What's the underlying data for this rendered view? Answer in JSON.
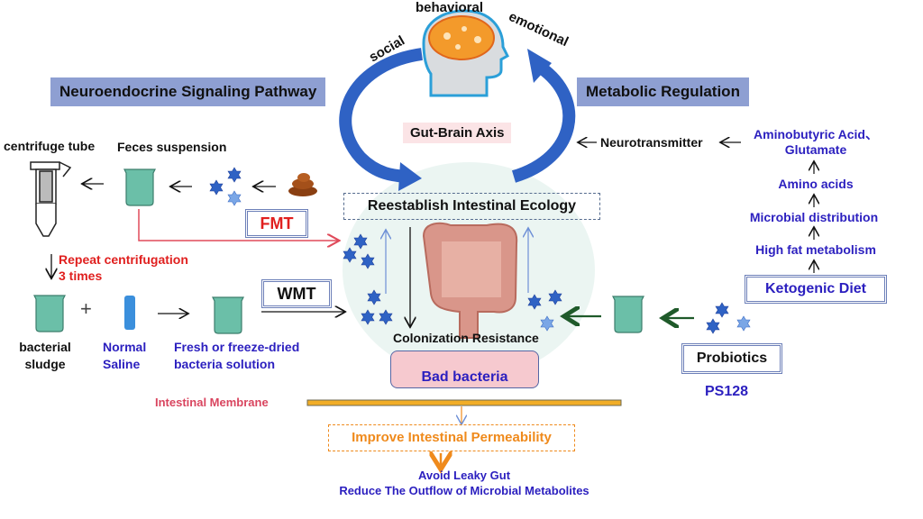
{
  "header": {
    "left_banner": "Neuroendocrine Signaling Pathway",
    "right_banner": "Metabolic Regulation",
    "brain_labels": {
      "top": "behavioral",
      "left": "social",
      "right": "emotional"
    },
    "axis_label": "Gut-Brain Axis"
  },
  "fmt_pathway": {
    "centrifuge_label": "centrifuge tube",
    "suspension_label": "Feces suspension",
    "fmt_label": "FMT",
    "repeat_label_1": "Repeat centrifugation",
    "repeat_label_2": "3 times"
  },
  "wmt_pathway": {
    "sludge_label_1": "bacterial",
    "sludge_label_2": "sludge",
    "saline_label_1": "Normal",
    "saline_label_2": "Saline",
    "solution_label_1": "Fresh or freeze-dried",
    "solution_label_2": "bacteria solution",
    "wmt_label": "WMT",
    "plus_sign": "+"
  },
  "center": {
    "ecology_label": "Reestablish Intestinal Ecology",
    "colonization_label": "Colonization Resistance",
    "bad_bacteria_label": "Bad bacteria",
    "membrane_label": "Intestinal Membrane",
    "permeability_label": "Improve Intestinal Permeability",
    "outcome_1": "Avoid Leaky Gut",
    "outcome_2": "Reduce The Outflow of Microbial Metabolites"
  },
  "metabolic_chain": {
    "neurotransmitter": "Neurotransmitter",
    "steps": [
      "Aminobutyric Acid、",
      "Glutamate",
      "Amino acids",
      "Microbial distribution",
      "High fat metabolism"
    ],
    "ketogenic_label": "Ketogenic Diet"
  },
  "probiotics": {
    "label": "Probiotics",
    "strain": "PS128"
  },
  "colors": {
    "banner": "#8e9fd2",
    "accent_blue": "#2b1fbf",
    "fmt_red": "#e0201f",
    "membrane_pink": "#d9455f",
    "permeability_orange": "#ef8a1c",
    "beaker_teal": "#6bbfa8",
    "arrow_blue": "#2f62c4"
  }
}
